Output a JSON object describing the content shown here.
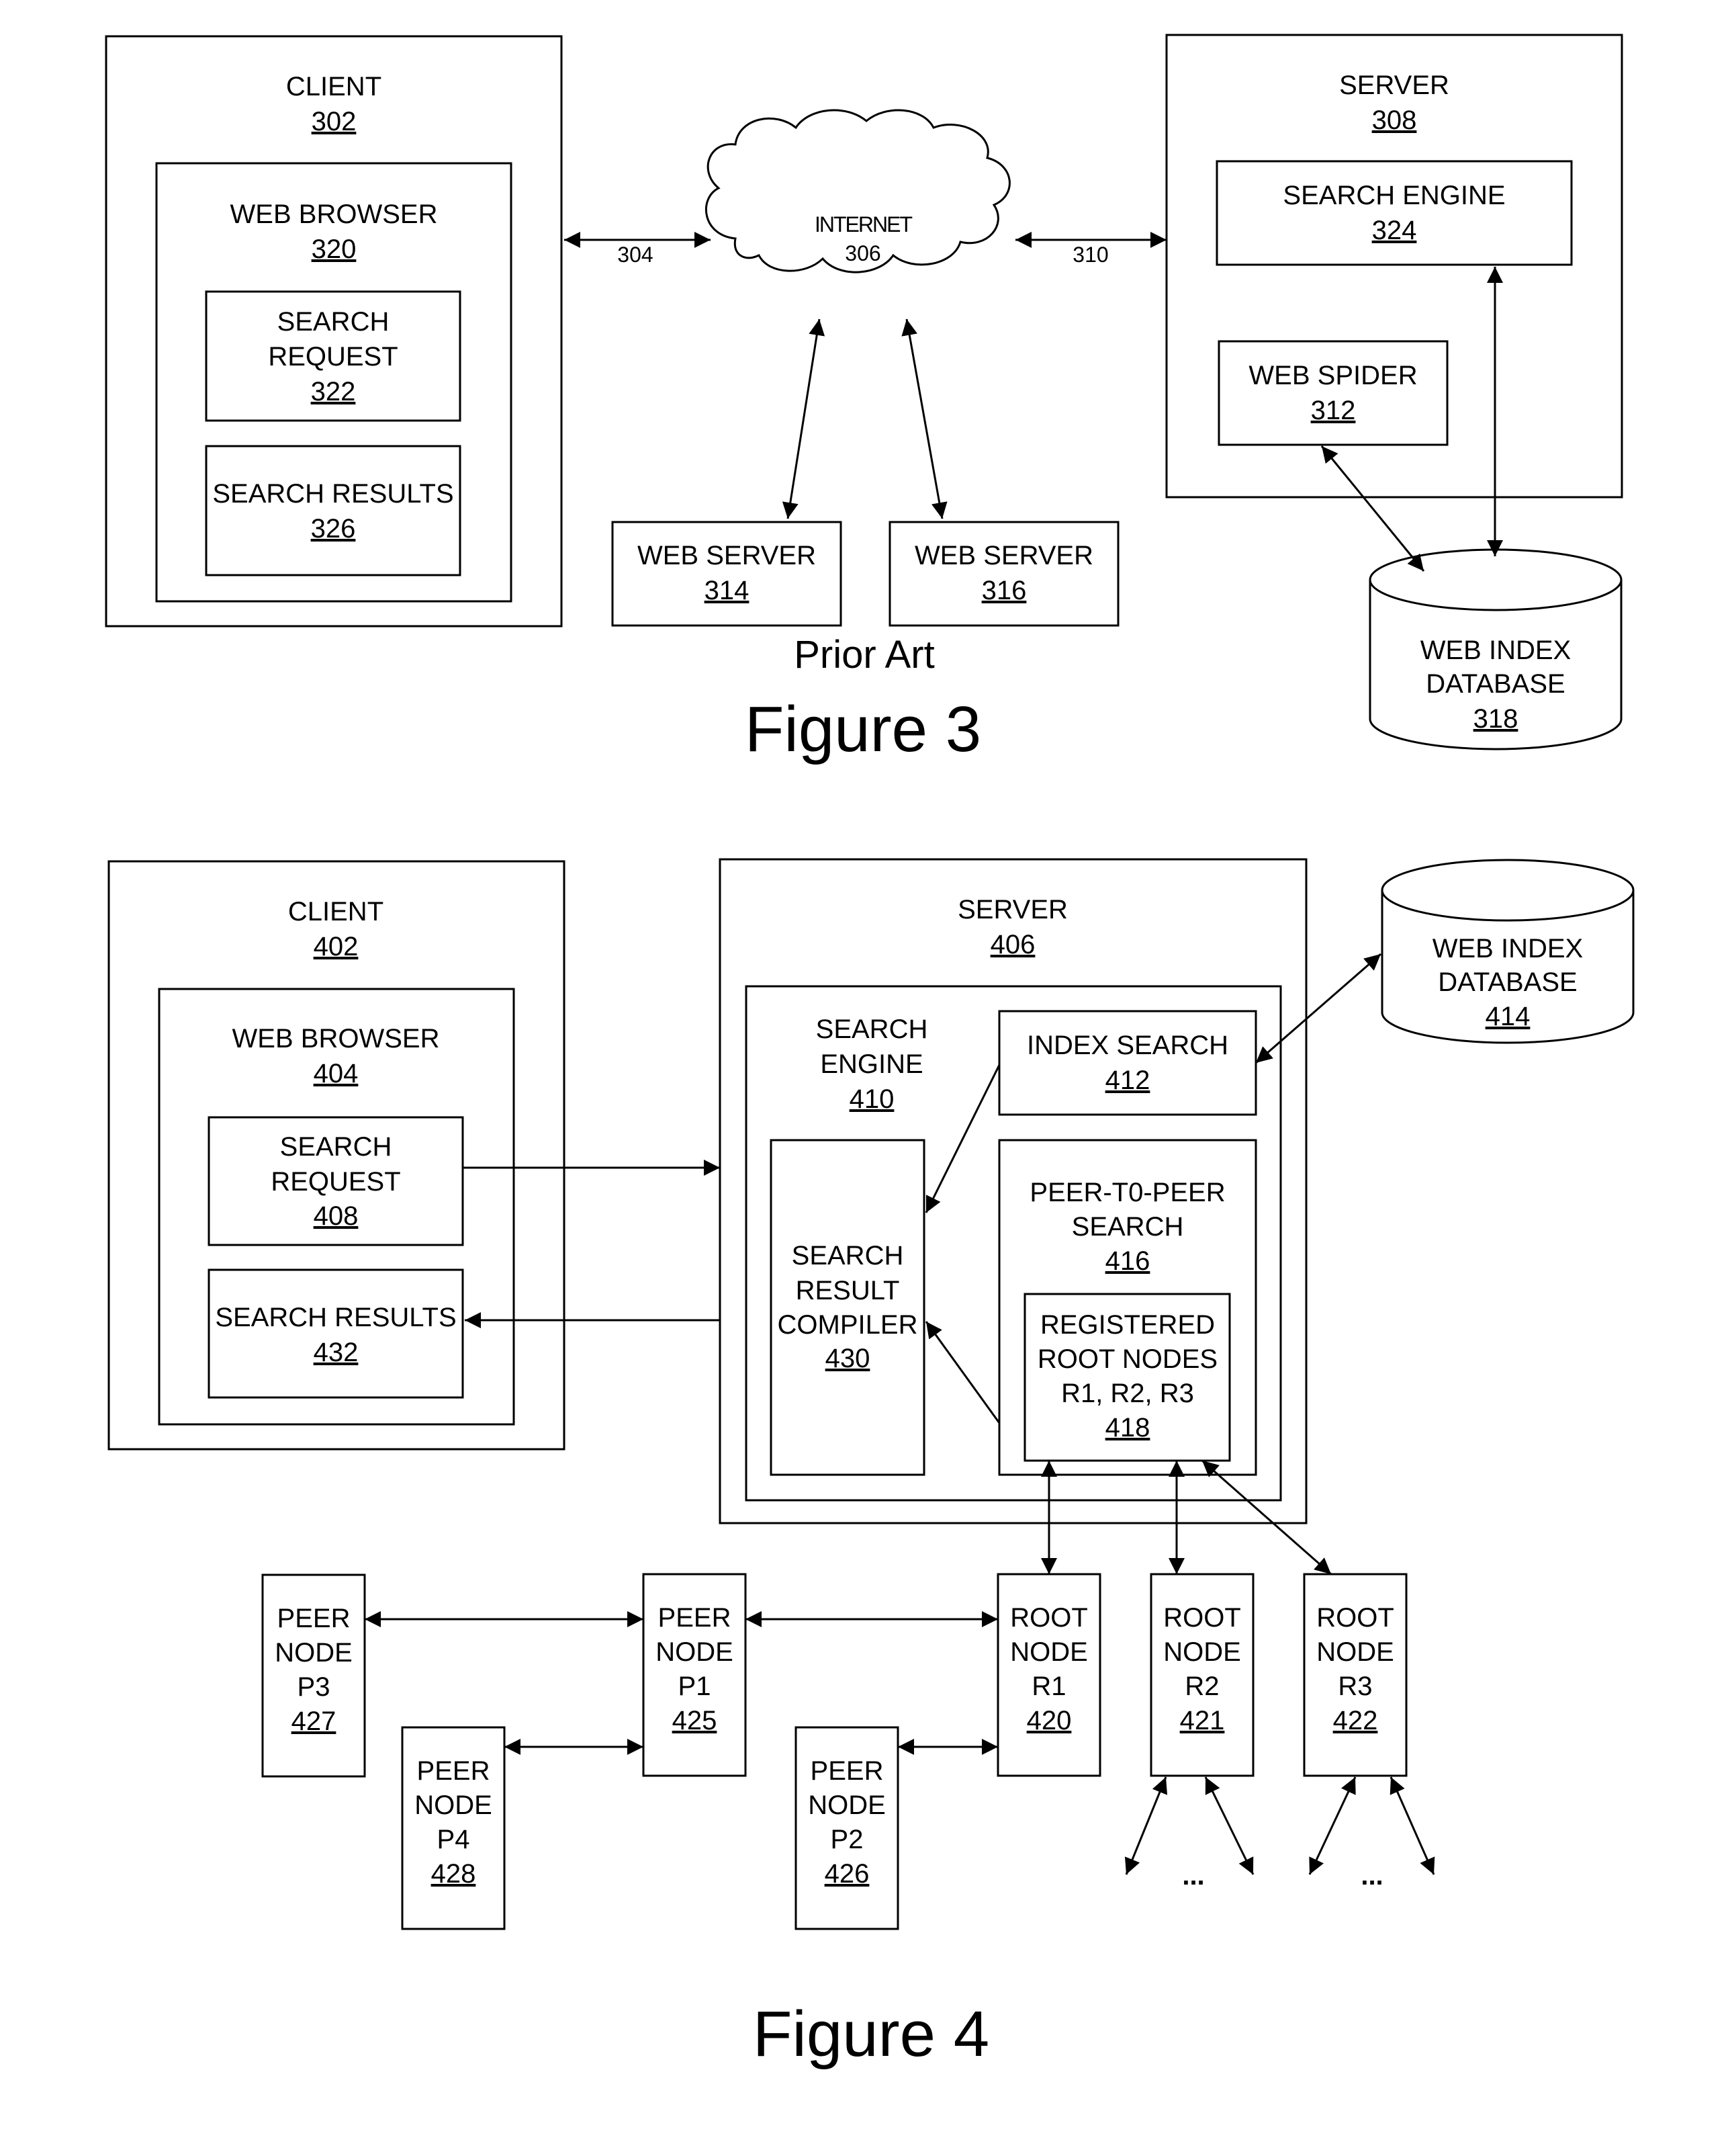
{
  "figure3": {
    "client": {
      "title": "CLIENT",
      "ref": "302"
    },
    "web_browser": {
      "title": "WEB BROWSER",
      "ref": "320"
    },
    "search_request": {
      "line1": "SEARCH",
      "line2": "REQUEST",
      "ref": "322"
    },
    "search_results": {
      "title": "SEARCH RESULTS",
      "ref": "326"
    },
    "internet": {
      "title": "INTERNET",
      "ref": "306"
    },
    "link_304": "304",
    "link_310": "310",
    "server": {
      "title": "SERVER",
      "ref": "308"
    },
    "search_engine": {
      "title": "SEARCH ENGINE",
      "ref": "324"
    },
    "web_spider": {
      "title": "WEB SPIDER",
      "ref": "312"
    },
    "web_server_a": {
      "title": "WEB SERVER",
      "ref": "314"
    },
    "web_server_b": {
      "title": "WEB SERVER",
      "ref": "316"
    },
    "database": {
      "line1": "WEB INDEX",
      "line2": "DATABASE",
      "ref": "318"
    },
    "prior_art": "Prior Art",
    "caption": "Figure 3"
  },
  "figure4": {
    "client": {
      "title": "CLIENT",
      "ref": "402"
    },
    "web_browser": {
      "title": "WEB BROWSER",
      "ref": "404"
    },
    "search_request": {
      "line1": "SEARCH",
      "line2": "REQUEST",
      "ref": "408"
    },
    "search_results": {
      "title": "SEARCH RESULTS",
      "ref": "432"
    },
    "server": {
      "title": "SERVER",
      "ref": "406"
    },
    "search_engine": {
      "line1": "SEARCH",
      "line2": "ENGINE",
      "ref": "410"
    },
    "index_search": {
      "title": "INDEX SEARCH",
      "ref": "412"
    },
    "compiler": {
      "line1": "SEARCH",
      "line2": "RESULT",
      "line3": "COMPILER",
      "ref": "430"
    },
    "p2p_search": {
      "line1": "PEER-T0-PEER",
      "line2": "SEARCH",
      "ref": "416"
    },
    "registered": {
      "line1": "REGISTERED",
      "line2": "ROOT NODES",
      "line3": "R1, R2, R3",
      "ref": "418"
    },
    "database": {
      "line1": "WEB INDEX",
      "line2": "DATABASE",
      "ref": "414"
    },
    "nodes": [
      {
        "line1": "PEER",
        "line2": "NODE",
        "line3": "P3",
        "ref": "427"
      },
      {
        "line1": "PEER",
        "line2": "NODE",
        "line3": "P4",
        "ref": "428"
      },
      {
        "line1": "PEER",
        "line2": "NODE",
        "line3": "P1",
        "ref": "425"
      },
      {
        "line1": "PEER",
        "line2": "NODE",
        "line3": "P2",
        "ref": "426"
      },
      {
        "line1": "ROOT",
        "line2": "NODE",
        "line3": "R1",
        "ref": "420"
      },
      {
        "line1": "ROOT",
        "line2": "NODE",
        "line3": "R2",
        "ref": "421"
      },
      {
        "line1": "ROOT",
        "line2": "NODE",
        "line3": "R3",
        "ref": "422"
      }
    ],
    "ellipsis": "...",
    "caption": "Figure 4"
  }
}
